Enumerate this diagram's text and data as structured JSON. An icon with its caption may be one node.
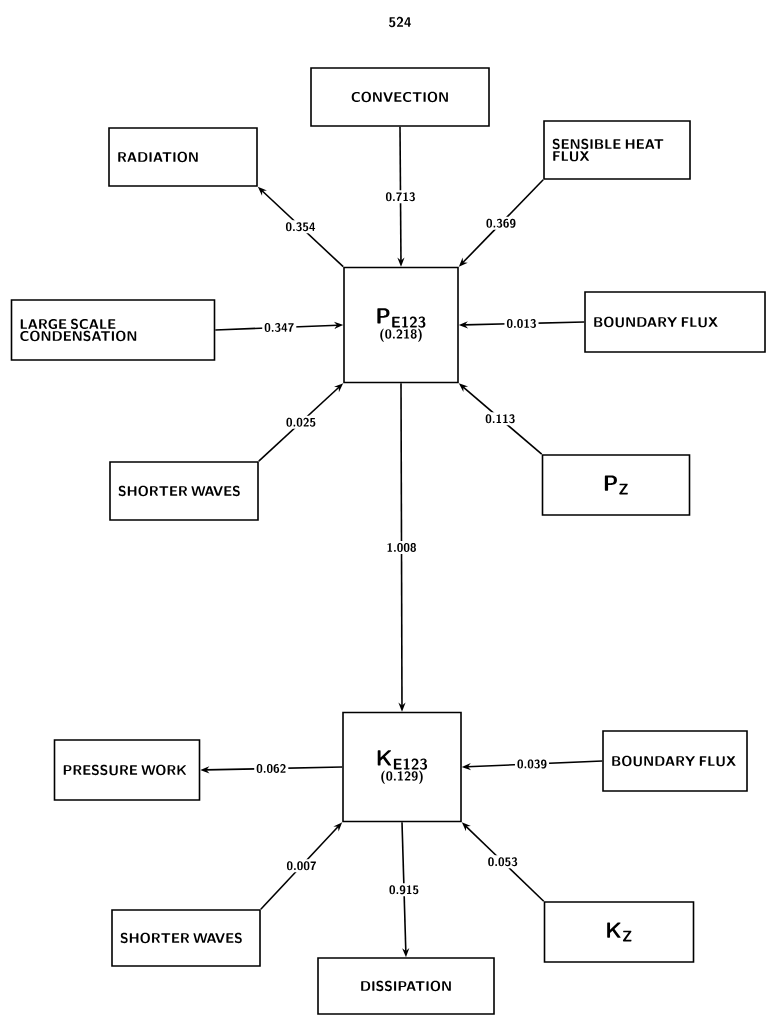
{
  "diagram": {
    "nodes": [
      {
        "text": [
          "CONVECTION"
        ]
      },
      {
        "text": [
          "RADIATION"
        ]
      },
      {
        "text": [
          "SENSIBLE HEAT FLUX"
        ]
      },
      {
        "text": [
          "P$_{E123}$",
          "(0.218)"
        ]
      },
      {
        "text": [
          "LARGE SCALE CONDENSATION"
        ]
      },
      {
        "text": [
          "BOUNDARY FLUX"
        ]
      },
      {
        "text": [
          "SHORTER WAVES"
        ]
      },
      {
        "text": [
          "P$_{Z}$"
        ]
      },
      {
        "text": [
          "K$_{E123}$",
          "(0.129)"
        ]
      },
      {
        "text": [
          "PRESSURE WORK"
        ]
      },
      {
        "text": [
          "BOUNDARY FLUX"
        ]
      },
      {
        "text": [
          "SHORTER WAVES"
        ]
      },
      {
        "text": [
          "K$_{Z}$"
        ]
      },
      {
        "text": [
          "DISSIPATION"
        ]
      }
    ],
    "edges": [
      {
        "from": 0,
        "to": 3,
        "arrow": "to",
        "label": "0.713"
      },
      {
        "from": 3,
        "to": 1,
        "arrow": "to",
        "label": "0.354"
      },
      {
        "from": 2,
        "to": 3,
        "arrow": "to",
        "label": "0.369"
      },
      {
        "from": 4,
        "to": 3,
        "arrow": "to",
        "label": "0.347"
      },
      {
        "from": 5,
        "to": 3,
        "arrow": "to",
        "label": "0.013"
      },
      {
        "from": 6,
        "to": 3,
        "arrow": "to",
        "label": "0.025"
      },
      {
        "from": 7,
        "to": 3,
        "arrow": "to",
        "label": "0.113"
      },
      {
        "from": 3,
        "to": 8,
        "arrow": "to",
        "label": "1.008"
      },
      {
        "from": 8,
        "to": 9,
        "arrow": "to",
        "label": "0.062"
      },
      {
        "from": 10,
        "to": 8,
        "arrow": "to",
        "label": "0.039"
      },
      {
        "from": 11,
        "to": 8,
        "arrow": "to",
        "label": "0.007"
      },
      {
        "from": 12,
        "to": 8,
        "arrow": "to",
        "label": "0.053"
      },
      {
        "from": 8,
        "to": 13,
        "arrow": "to",
        "label": "0.915"
      }
    ],
    "labels": [
      "524"
    ]
  }
}
